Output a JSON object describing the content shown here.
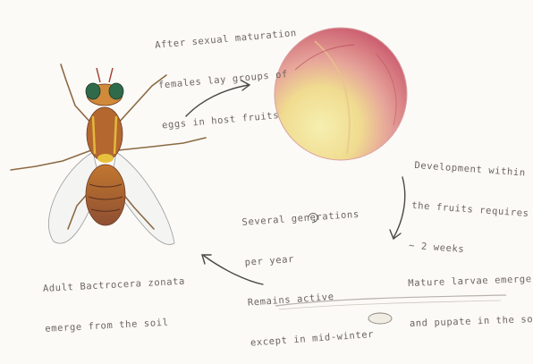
{
  "annotations": {
    "egg_laying": [
      "After sexual maturation",
      "females lay groups of",
      "eggs in host fruits"
    ],
    "development": [
      "Development within",
      "the fruits requires",
      "~ 2 weeks"
    ],
    "generations": [
      "Several generations",
      "per year",
      "Remains active",
      "except in mid-winter"
    ],
    "larvae": [
      "Mature larvae emerge",
      "and pupate in the soil"
    ],
    "adult": [
      "Adult Bactrocera zonata",
      "emerge from the soil"
    ]
  },
  "colors": {
    "ink": "#6d6560",
    "arrow": "#4a4744",
    "fruit_red": "#c8556a",
    "fruit_yellow": "#efe08a",
    "fly_body": "#b86a2c",
    "fly_eye": "#2f6a4a"
  },
  "icons": [
    "cycle-icon"
  ]
}
